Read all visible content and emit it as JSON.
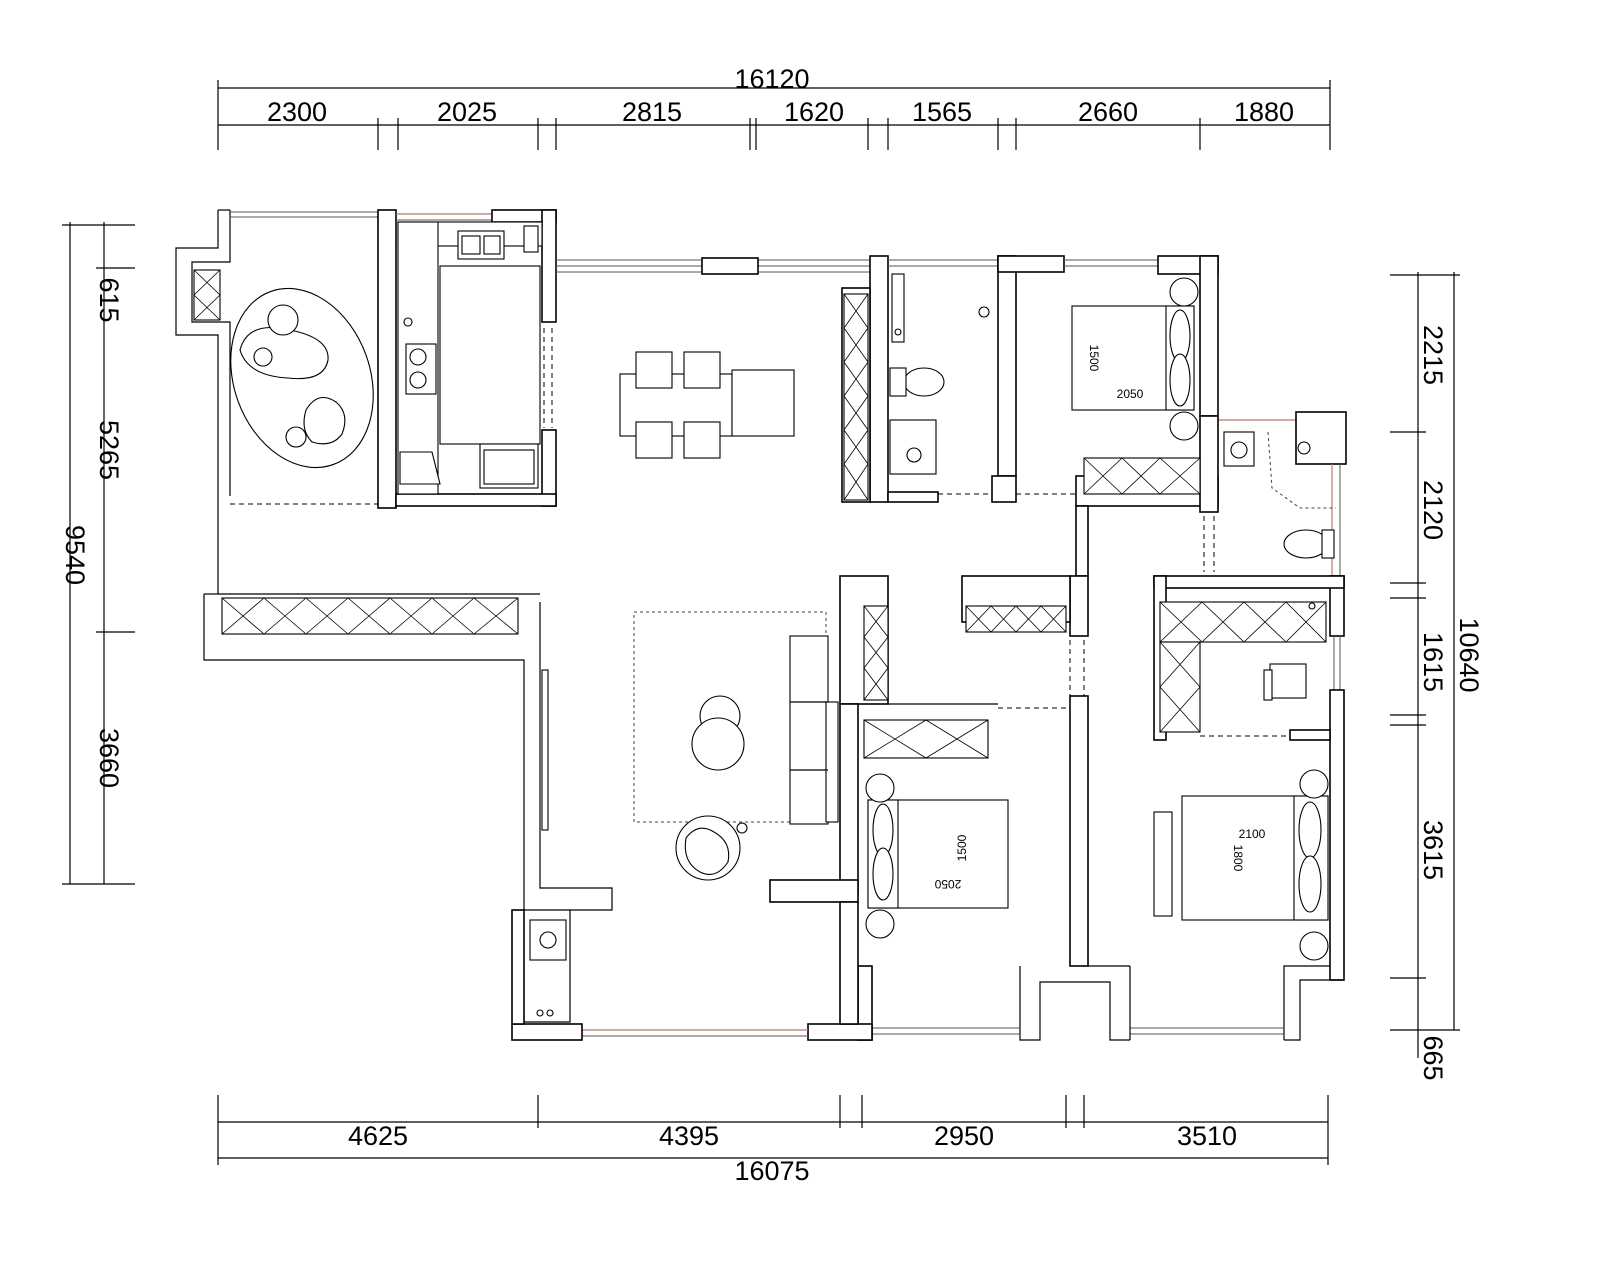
{
  "dimensions": {
    "top": {
      "total": "16120",
      "segments": [
        "2300",
        "2025",
        "2815",
        "1620",
        "1565",
        "2660",
        "1880"
      ]
    },
    "bottom": {
      "total": "16075",
      "segments": [
        "4625",
        "4395",
        "2950",
        "3510"
      ]
    },
    "left": {
      "total": "9540",
      "segments": [
        "615",
        "5265",
        "3660"
      ]
    },
    "right": {
      "total": "10640",
      "segments": [
        "2215",
        "2120",
        "1615",
        "3615",
        "665"
      ]
    }
  },
  "rooms": {
    "bed_north": {
      "length": "2050",
      "width": "1500"
    },
    "bed_south_middle": {
      "length": "2050",
      "width": "1500"
    },
    "bed_south_east": {
      "length": "2100",
      "width": "1800"
    }
  }
}
